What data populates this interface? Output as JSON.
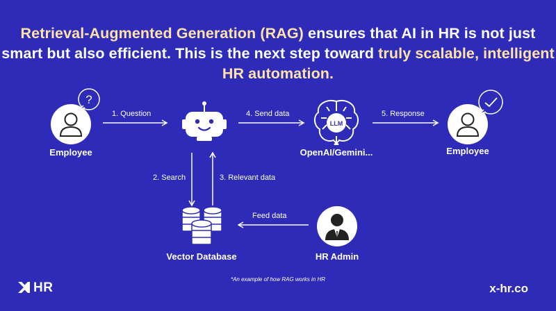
{
  "headline": {
    "part1": "Retrieval-Augmented Generation (RAG)",
    "part2": " ensures that AI in HR is not just smart but also efficient. This is the next step toward ",
    "part3": "truly scalable, intelligent HR automation."
  },
  "nodes": {
    "employee_left": "Employee",
    "llm": "OpenAI/Gemini...",
    "llm_badge": "LLM",
    "employee_right": "Employee",
    "vector_db": "Vector Database",
    "hr_admin": "HR Admin"
  },
  "edges": {
    "question": "1. Question",
    "search": "2. Search",
    "relevant": "3. Relevant data",
    "send": "4. Send data",
    "response": "5. Response",
    "feed": "Feed data"
  },
  "footnote": "*An example of how RAG works in HR",
  "brand": {
    "logo": "HR",
    "site": "x-hr.co"
  },
  "icons": [
    "employee-question-icon",
    "chatbot-icon",
    "llm-brain-icon",
    "employee-check-icon",
    "database-icon",
    "hr-admin-icon",
    "logo-icon"
  ],
  "colors": {
    "background": "#2d2bb8",
    "highlight": "#ffe2a8",
    "text": "#ffffff"
  }
}
